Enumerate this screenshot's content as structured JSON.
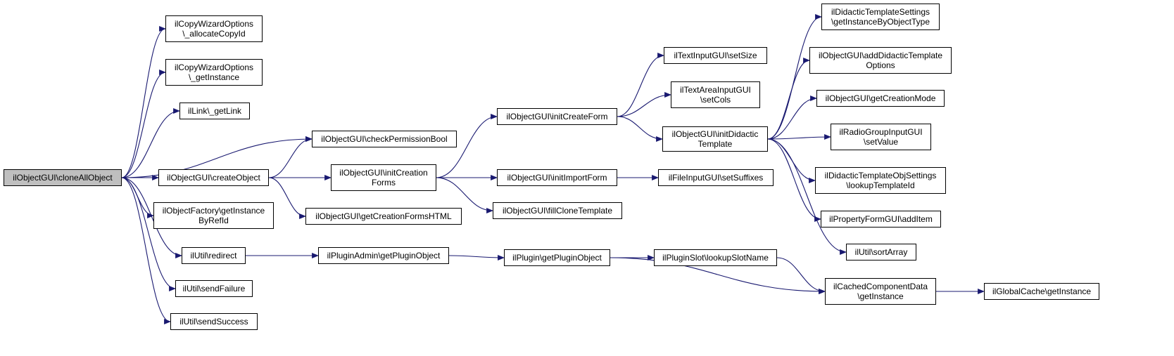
{
  "graph": {
    "root": "ilObjectGUI\\cloneAllObject",
    "nodes": {
      "cloneAllObject": "ilObjectGUI\\cloneAllObject",
      "allocateCopyId": "ilCopyWizardOptions\n\\_allocateCopyId",
      "cwGetInstance": "ilCopyWizardOptions\n\\_getInstance",
      "getLink": "ilLink\\_getLink",
      "checkPermissionBool": "ilObjectGUI\\checkPermissionBool",
      "createObject": "ilObjectGUI\\createObject",
      "getInstanceByRefId": "ilObjectFactory\\getInstance\nByRefId",
      "redirect": "ilUtil\\redirect",
      "sendFailure": "ilUtil\\sendFailure",
      "sendSuccess": "ilUtil\\sendSuccess",
      "initCreationForms": "ilObjectGUI\\initCreation\nForms",
      "getCreationFormsHTML": "ilObjectGUI\\getCreationFormsHTML",
      "pluginAdminGetPluginObject": "ilPluginAdmin\\getPluginObject",
      "initCreateForm": "ilObjectGUI\\initCreateForm",
      "initImportForm": "ilObjectGUI\\initImportForm",
      "fillCloneTemplate": "ilObjectGUI\\fillCloneTemplate",
      "pluginGetPluginObject": "ilPlugin\\getPluginObject",
      "setSize": "ilTextInputGUI\\setSize",
      "setCols": "ilTextAreaInputGUI\n\\setCols",
      "initDidacticTemplate": "ilObjectGUI\\initDidactic\nTemplate",
      "setSuffixes": "ilFileInputGUI\\setSuffixes",
      "lookupSlotName": "ilPluginSlot\\lookupSlotName",
      "cachedGetInstance": "ilCachedComponentData\n\\getInstance",
      "getInstanceByObjectType": "ilDidacticTemplateSettings\n\\getInstanceByObjectType",
      "addDidacticTemplateOptions": "ilObjectGUI\\addDidacticTemplate\nOptions",
      "getCreationMode": "ilObjectGUI\\getCreationMode",
      "setValue": "ilRadioGroupInputGUI\n\\setValue",
      "lookupTemplateId": "ilDidacticTemplateObjSettings\n\\lookupTemplateId",
      "addItem": "ilPropertyFormGUI\\addItem",
      "sortArray": "ilUtil\\sortArray",
      "globalCacheGetInstance": "ilGlobalCache\\getInstance"
    },
    "edges": [
      [
        "cloneAllObject",
        "allocateCopyId"
      ],
      [
        "cloneAllObject",
        "cwGetInstance"
      ],
      [
        "cloneAllObject",
        "getLink"
      ],
      [
        "cloneAllObject",
        "checkPermissionBool"
      ],
      [
        "cloneAllObject",
        "createObject"
      ],
      [
        "cloneAllObject",
        "getInstanceByRefId"
      ],
      [
        "cloneAllObject",
        "redirect"
      ],
      [
        "cloneAllObject",
        "sendFailure"
      ],
      [
        "cloneAllObject",
        "sendSuccess"
      ],
      [
        "createObject",
        "checkPermissionBool"
      ],
      [
        "createObject",
        "initCreationForms"
      ],
      [
        "createObject",
        "getCreationFormsHTML"
      ],
      [
        "initCreationForms",
        "initCreateForm"
      ],
      [
        "initCreationForms",
        "initImportForm"
      ],
      [
        "initCreationForms",
        "fillCloneTemplate"
      ],
      [
        "initCreateForm",
        "setSize"
      ],
      [
        "initCreateForm",
        "setCols"
      ],
      [
        "initCreateForm",
        "initDidacticTemplate"
      ],
      [
        "initDidacticTemplate",
        "getInstanceByObjectType"
      ],
      [
        "initDidacticTemplate",
        "addDidacticTemplateOptions"
      ],
      [
        "initDidacticTemplate",
        "getCreationMode"
      ],
      [
        "initDidacticTemplate",
        "setValue"
      ],
      [
        "initDidacticTemplate",
        "lookupTemplateId"
      ],
      [
        "initDidacticTemplate",
        "addItem"
      ],
      [
        "initDidacticTemplate",
        "sortArray"
      ],
      [
        "initImportForm",
        "setSuffixes"
      ],
      [
        "redirect",
        "pluginAdminGetPluginObject"
      ],
      [
        "pluginAdminGetPluginObject",
        "pluginGetPluginObject"
      ],
      [
        "pluginGetPluginObject",
        "lookupSlotName"
      ],
      [
        "pluginGetPluginObject",
        "cachedGetInstance"
      ],
      [
        "lookupSlotName",
        "cachedGetInstance"
      ],
      [
        "cachedGetInstance",
        "globalCacheGetInstance"
      ]
    ]
  },
  "colors": {
    "edge": "#191970",
    "root_fill": "#bfbfbf",
    "node_fill": "#ffffff",
    "node_border": "#000000"
  }
}
